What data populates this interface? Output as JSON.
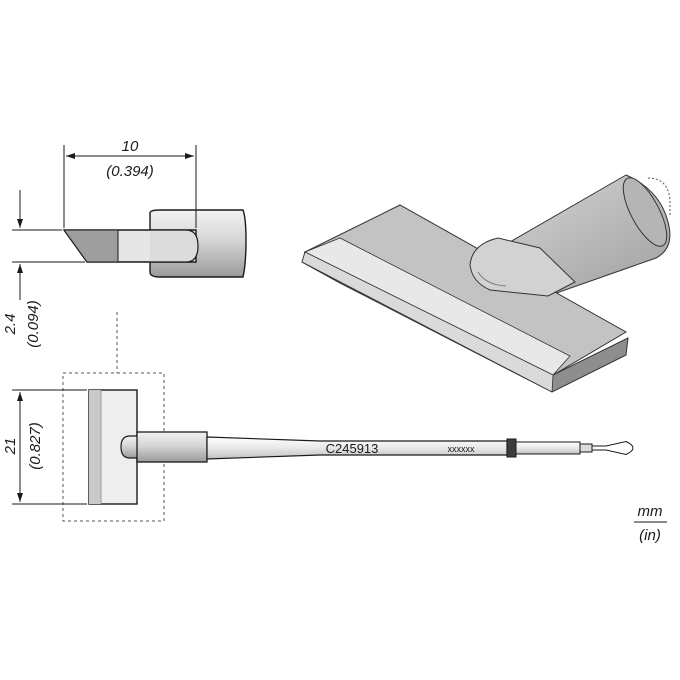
{
  "dimensions": {
    "tip_length": {
      "mm": "10",
      "inch": "(0.394)"
    },
    "tip_thickness": {
      "mm": "2.4",
      "inch": "(0.094)"
    },
    "blade_width": {
      "mm": "21",
      "inch": "(0.827)"
    }
  },
  "part_number": "C245913",
  "serial_marking": "xxxxxx",
  "units": {
    "metric": "mm",
    "imperial": "(in)"
  },
  "colors": {
    "line": "#1a1a1a",
    "metal_light": "#e3e3e3",
    "metal_mid": "#bdbdbd",
    "metal_dark": "#8c8c8c"
  }
}
